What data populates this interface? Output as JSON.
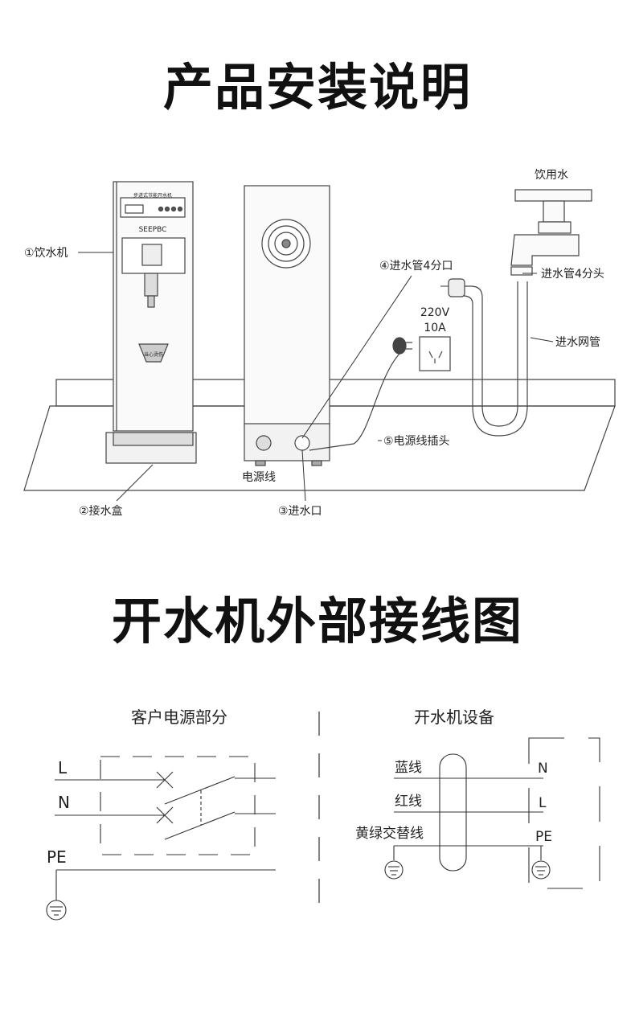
{
  "install": {
    "title": "产品安装说明",
    "labels": {
      "water_dispenser": "①饮水机",
      "drip_tray": "②接水盒",
      "water_inlet": "③进水口",
      "inlet_pipe": "④进水管4分口",
      "power_plug": "⑤电源线插头",
      "power_cord": "电源线",
      "drinking_water": "饮用水",
      "faucet_head": "进水管4分头",
      "mesh_pipe": "进水网管",
      "voltage": "220V",
      "current": "10A"
    },
    "machine_panel": {
      "brand": "SEEPBC",
      "panel_title": "步进式节能开水机",
      "warning": "当心烫伤"
    }
  },
  "wiring": {
    "title": "开水机外部接线图",
    "left_title": "客户电源部分",
    "right_title": "开水机设备",
    "left_terminals": [
      "L",
      "N",
      "PE"
    ],
    "right_terminals": [
      "N",
      "L",
      "PE"
    ],
    "wire_labels": [
      "蓝线",
      "红线",
      "黄绿交替线"
    ]
  }
}
